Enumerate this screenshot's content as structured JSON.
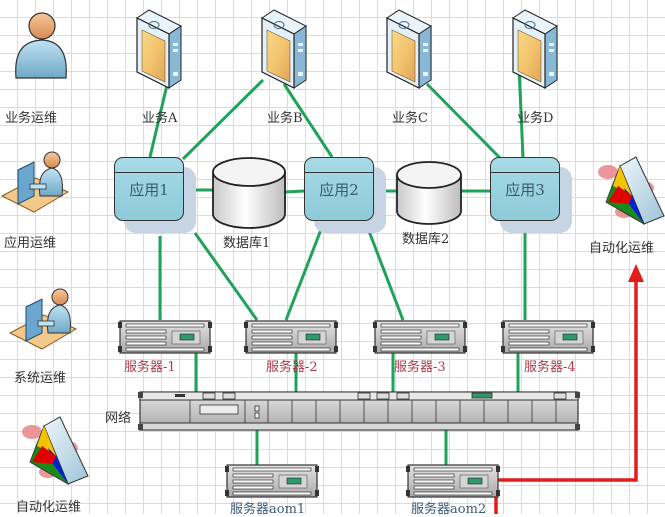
{
  "diagram": {
    "roles": [
      {
        "id": "biz-ops",
        "label": "业务运维",
        "icon": "person-icon"
      },
      {
        "id": "app-ops",
        "label": "应用运维",
        "icon": "operator-at-desk-icon"
      },
      {
        "id": "sys-ops",
        "label": "系统运维",
        "icon": "operator-at-desk-icon"
      },
      {
        "id": "auto-ops-left",
        "label": "自动化运维",
        "icon": "automation-prism-icon"
      }
    ],
    "automation_right": {
      "label": "自动化运维",
      "icon": "automation-prism-icon"
    },
    "businesses": [
      {
        "id": "A",
        "label": "业务A"
      },
      {
        "id": "B",
        "label": "业务B"
      },
      {
        "id": "C",
        "label": "业务C"
      },
      {
        "id": "D",
        "label": "业务D"
      }
    ],
    "applications": [
      {
        "id": "app1",
        "label": "应用1"
      },
      {
        "id": "app2",
        "label": "应用2"
      },
      {
        "id": "app3",
        "label": "应用3"
      }
    ],
    "databases": [
      {
        "id": "db1",
        "label": "数据库1"
      },
      {
        "id": "db2",
        "label": "数据库2"
      }
    ],
    "servers": [
      {
        "id": "s1",
        "label": "服务器-1"
      },
      {
        "id": "s2",
        "label": "服务器-2"
      },
      {
        "id": "s3",
        "label": "服务器-3"
      },
      {
        "id": "s4",
        "label": "服务器-4"
      }
    ],
    "network": {
      "label": "网络"
    },
    "aom_servers": [
      {
        "id": "aom1",
        "label": "服务器aom1"
      },
      {
        "id": "aom2",
        "label": "服务器aom2"
      }
    ],
    "connections": [
      [
        "A",
        "app1"
      ],
      [
        "B",
        "app1"
      ],
      [
        "B",
        "app2"
      ],
      [
        "C",
        "app3"
      ],
      [
        "D",
        "app3"
      ],
      [
        "app1",
        "db1"
      ],
      [
        "db1",
        "app2"
      ],
      [
        "app2",
        "db2"
      ],
      [
        "db2",
        "app3"
      ],
      [
        "app1",
        "s1"
      ],
      [
        "app1",
        "s2"
      ],
      [
        "app2",
        "s2"
      ],
      [
        "app2",
        "s3"
      ],
      [
        "app3",
        "s4"
      ],
      [
        "s1",
        "network"
      ],
      [
        "s2",
        "network"
      ],
      [
        "s3",
        "network"
      ],
      [
        "s4",
        "network"
      ],
      [
        "network",
        "aom1"
      ],
      [
        "network",
        "aom2"
      ]
    ],
    "highlight_connection": {
      "from": "aom2",
      "to": "auto-ops-right",
      "color": "#e21b1b",
      "arrow": true
    },
    "colors": {
      "link": "#1fa35a",
      "highlight": "#e21b1b",
      "app_fill": "#9fd4e2",
      "server_label": "#b0384a"
    }
  }
}
